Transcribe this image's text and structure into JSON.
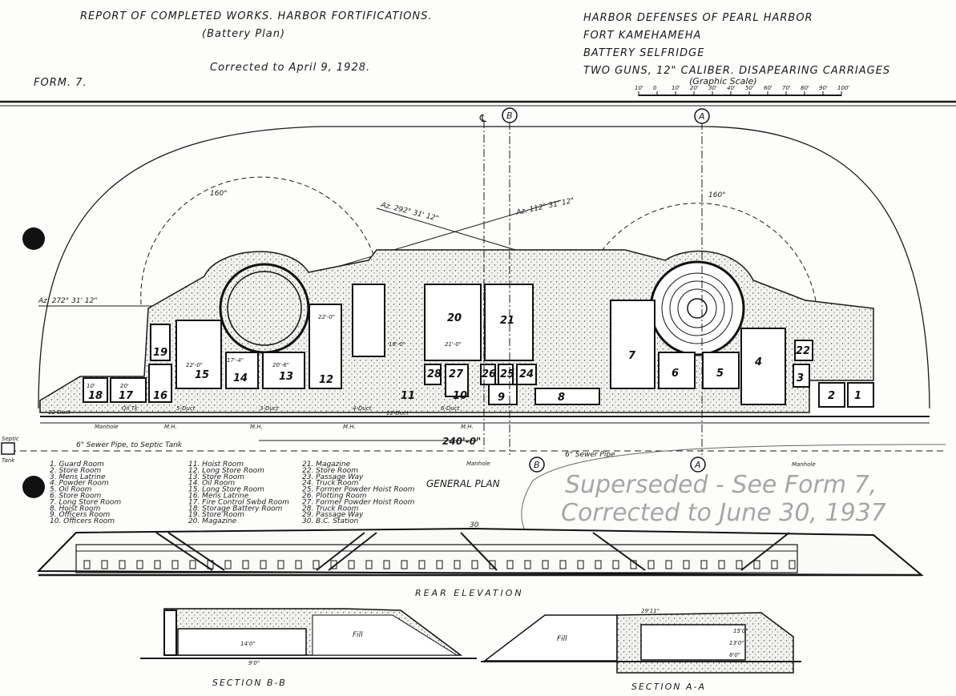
{
  "header": {
    "left_title": "REPORT OF COMPLETED WORKS. HARBOR FORTIFICATIONS.",
    "left_subtitle": "(Battery Plan)",
    "corrected": "Corrected to April 9, 1928.",
    "form": "FORM. 7.",
    "right_lines": [
      "HARBOR DEFENSES OF PEARL HARBOR",
      "FORT KAMEHAMEHA",
      "BATTERY SELFRIDGE",
      "TWO GUNS, 12\" CALIBER. DISAPEARING CARRIAGES"
    ],
    "scale_title": "(Graphic Scale)",
    "scale_ticks": [
      "10'",
      "0",
      "10'",
      "20'",
      "30'",
      "40'",
      "50'",
      "60'",
      "70'",
      "80'",
      "90'",
      "100'"
    ]
  },
  "plan": {
    "title": "GENERAL PLAN",
    "section_markers": {
      "a": "A",
      "b": "B",
      "cl": "℄"
    },
    "angles": {
      "left": "160°",
      "right": "160°"
    },
    "azimuths": {
      "left": "Az. 272° 31' 12\"",
      "mid": "Az. 292° 31' 12\"",
      "right": "Az. 112° 31' 12\""
    },
    "dimension": "240'-0\"",
    "room_numbers": [
      "1",
      "2",
      "3",
      "4",
      "5",
      "6",
      "7",
      "8",
      "9",
      "10",
      "11",
      "12",
      "13",
      "14",
      "15",
      "16",
      "17",
      "18",
      "19",
      "20",
      "21",
      "22",
      "24",
      "25",
      "26",
      "27",
      "28"
    ],
    "dims": [
      "10'",
      "20'",
      "22'-0\"",
      "17'-4\"",
      "20'-6\"",
      "22'-0\"",
      "18'-0\"",
      "21'-0\""
    ],
    "ducts": [
      "12-Duct",
      "Oil Tk",
      "5-Duct",
      "3-Duct",
      "4-Duct",
      "12-Duct",
      "6-Duct"
    ],
    "manholes": {
      "manhole": "Manhole",
      "mh": "M.H."
    },
    "sewer_left": "6\" Sewer Pipe, to Septic Tank",
    "sewer_right": "6\" Sewer Pipe",
    "septic": [
      "Septic",
      "Tank"
    ]
  },
  "legend": {
    "col1": [
      "1. Guard Room",
      "2. Store Room",
      "3. Mens Latrine",
      "4. Powder Room",
      "5. Oil Room",
      "6. Store Room",
      "7. Long Store Room",
      "8. Hoist Room",
      "9. Officers Room",
      "10. Officers Room"
    ],
    "col2": [
      "11. Hoist Room",
      "12. Long Store Room",
      "13. Store Room",
      "14. Oil Room",
      "15. Long Store Room",
      "16. Mens Latrine",
      "17. Fire Control Swbd Room",
      "18. Storage Battery Room",
      "19. Store Room",
      "20. Magazine"
    ],
    "col3": [
      "21. Magazine",
      "22. Store Room",
      "23. Passage Way",
      "24. Truck Room",
      "25. Former Powder Hoist Room",
      "26. Plotting Room",
      "27. Former Powder Hoist Room",
      "28. Truck Room",
      "29. Passage Way",
      "30. B.C. Station"
    ]
  },
  "stamp": {
    "line1": "Superseded - See Form 7,",
    "line2": "Corrected to June 30, 1937"
  },
  "elevation": {
    "title": "REAR ELEVATION",
    "label_30": "30"
  },
  "sections": {
    "b_title": "SECTION B-B",
    "a_title": "SECTION A-A",
    "fill": "Fill",
    "b_dims": [
      "14'0\"",
      "9'0\""
    ],
    "a_dims": [
      "29'11\"",
      "15'0\"",
      "13'0\"",
      "6'0\""
    ]
  }
}
